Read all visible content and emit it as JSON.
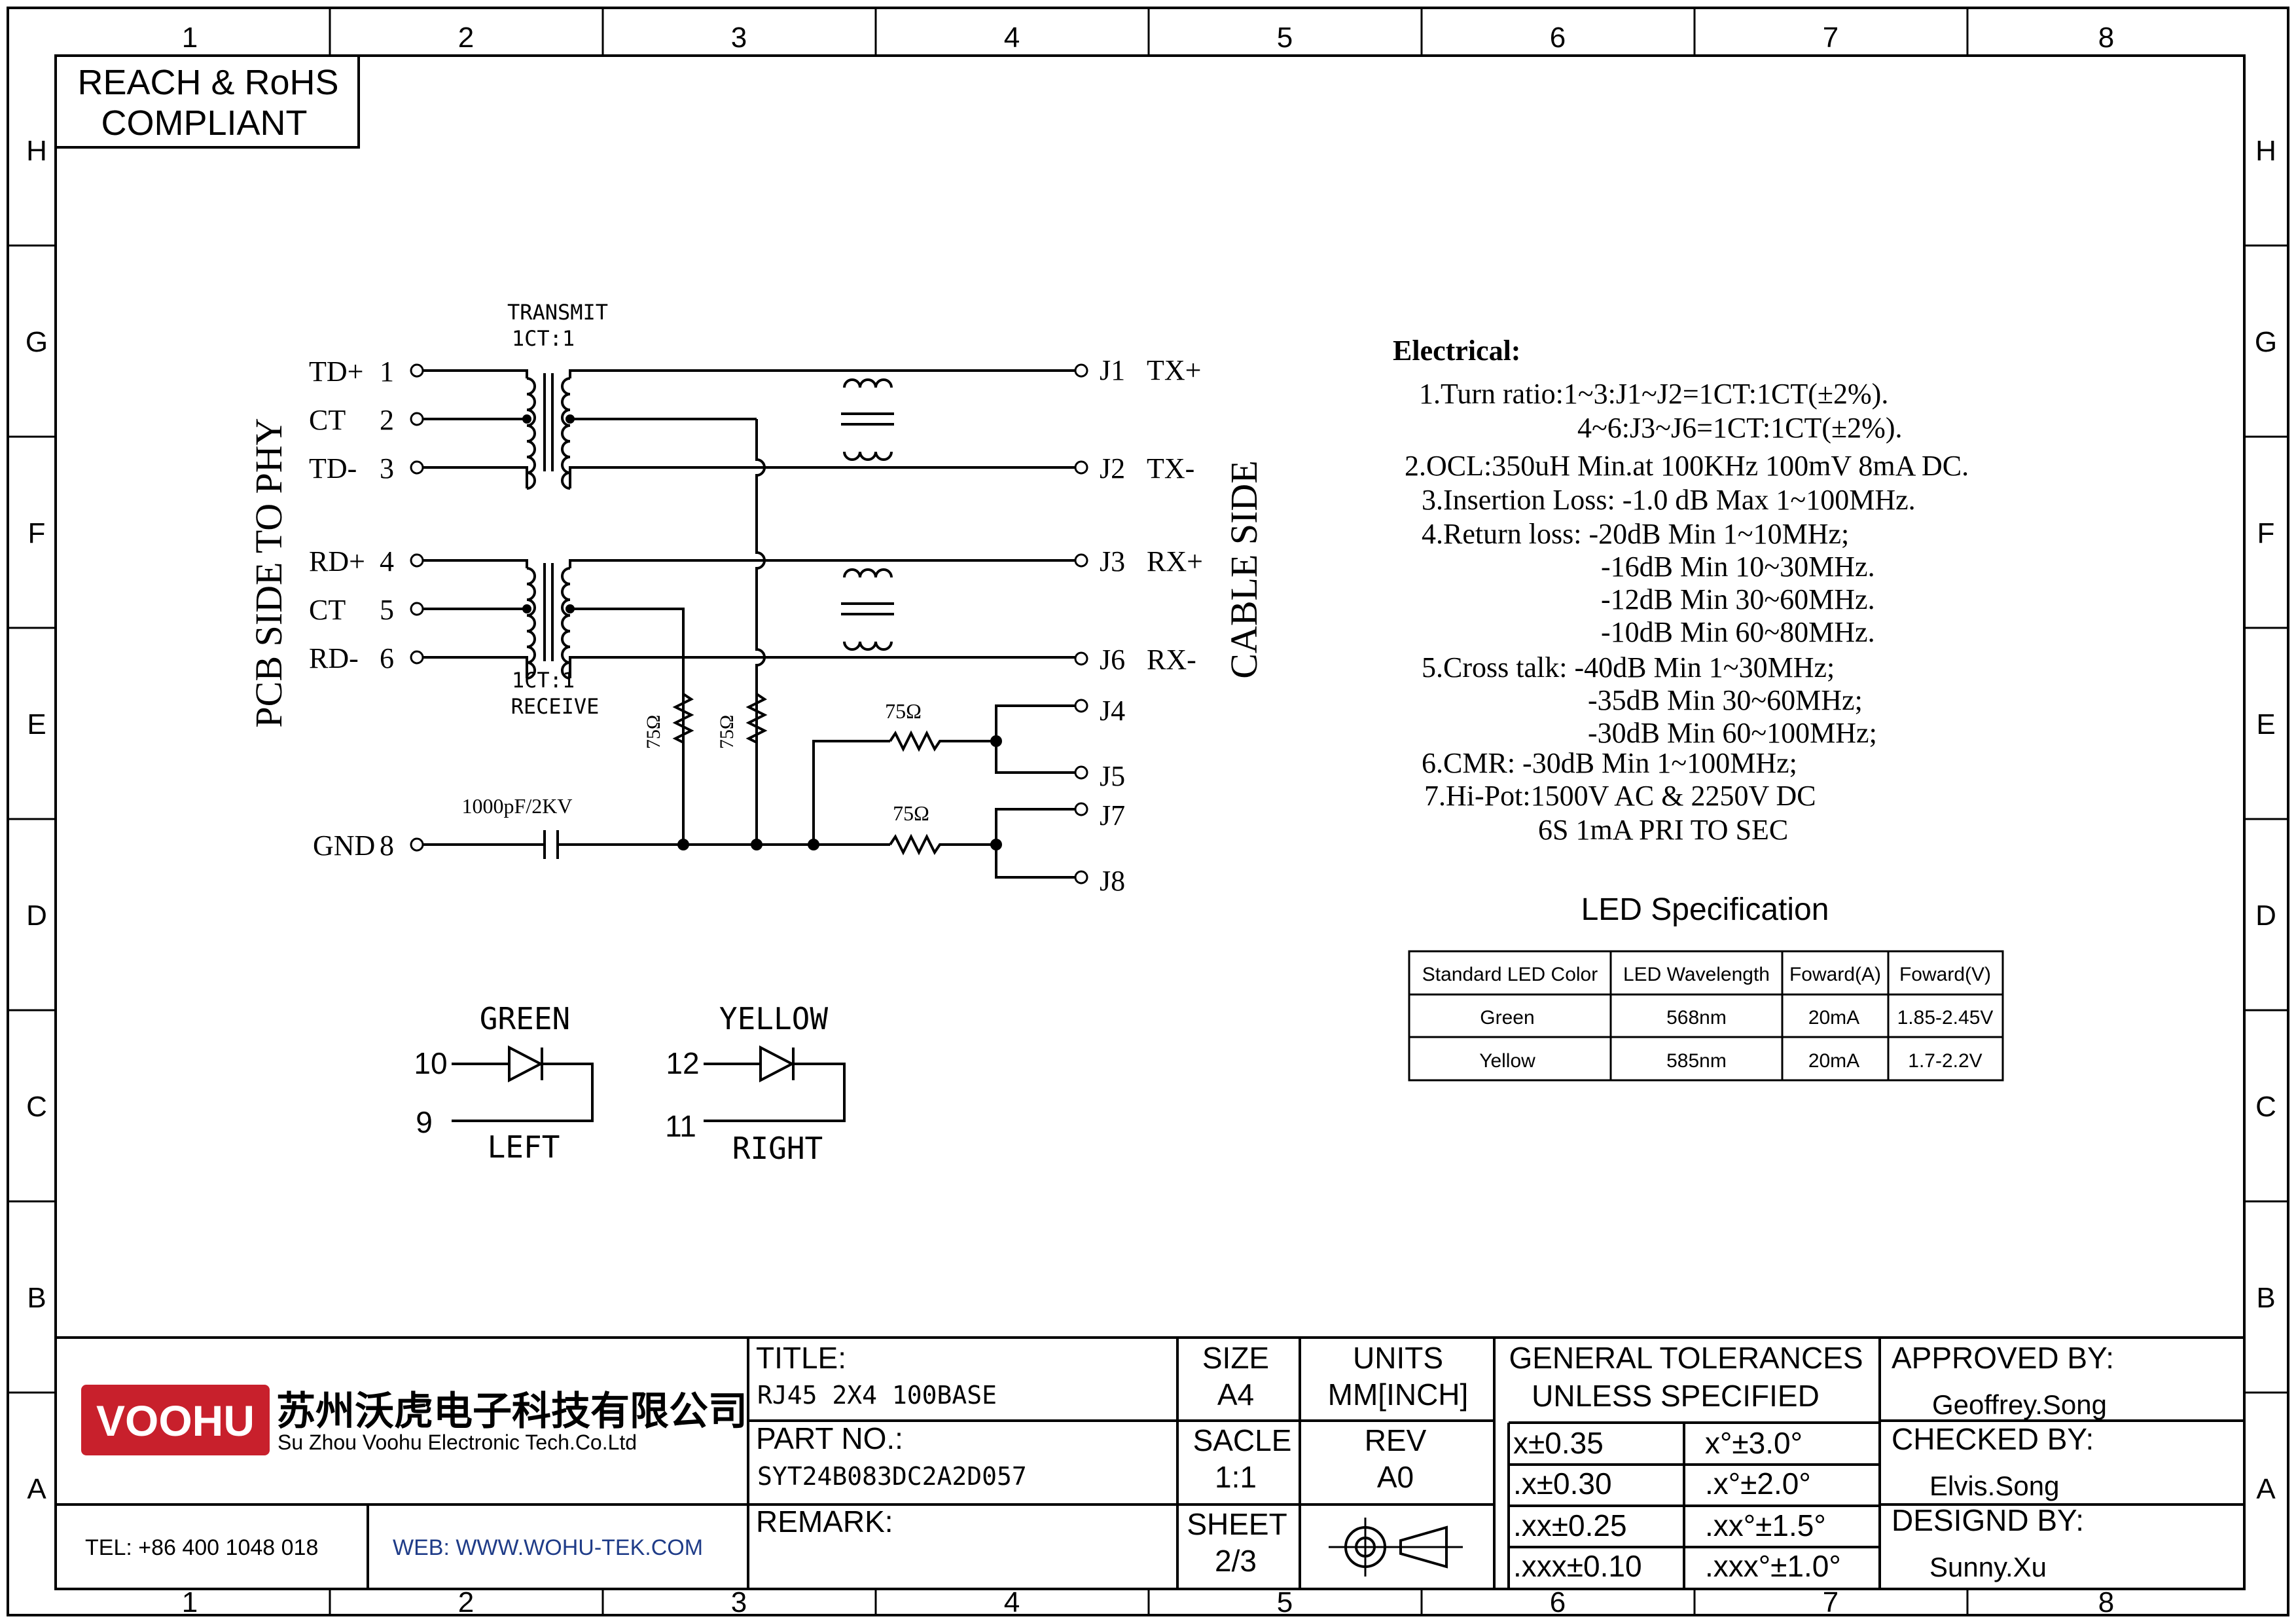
{
  "border": {
    "columns": [
      "1",
      "2",
      "3",
      "4",
      "5",
      "6",
      "7",
      "8"
    ],
    "rows": [
      "H",
      "G",
      "F",
      "E",
      "D",
      "C",
      "B",
      "A"
    ]
  },
  "compliance": {
    "line1": "REACH & RoHS",
    "line2": "COMPLIANT"
  },
  "schematic": {
    "pcb_side_label": "PCB SIDE TO PHY",
    "cable_side_label": "CABLE SIDE",
    "transmit_label": "TRANSMIT",
    "transmit_ratio": "1CT:1",
    "receive_ratio": "1CT:1",
    "receive_label": "RECEIVE",
    "left_pins": [
      {
        "name": "TD+",
        "num": "1"
      },
      {
        "name": "CT",
        "num": "2"
      },
      {
        "name": "TD-",
        "num": "3"
      },
      {
        "name": "RD+",
        "num": "4"
      },
      {
        "name": "CT",
        "num": "5"
      },
      {
        "name": "RD-",
        "num": "6"
      },
      {
        "name": "GND",
        "num": "8"
      }
    ],
    "right_pins": [
      {
        "name": "J1",
        "sig": "TX+"
      },
      {
        "name": "J2",
        "sig": "TX-"
      },
      {
        "name": "J3",
        "sig": "RX+"
      },
      {
        "name": "J6",
        "sig": "RX-"
      },
      {
        "name": "J4",
        "sig": ""
      },
      {
        "name": "J5",
        "sig": ""
      },
      {
        "name": "J7",
        "sig": ""
      },
      {
        "name": "J8",
        "sig": ""
      }
    ],
    "resistor_label": "75Ω",
    "capacitor_label": "1000pF/2KV"
  },
  "leds": {
    "green_title": "GREEN",
    "green_pin_a": "10",
    "green_pin_b": "9",
    "left_label": "LEFT",
    "yellow_title": "YELLOW",
    "yellow_pin_a": "12",
    "yellow_pin_b": "11",
    "right_label": "RIGHT"
  },
  "electrical": {
    "title": "Electrical:",
    "lines": [
      "1.Turn ratio:1~3:J1~J2=1CT:1CT(±2%).",
      "4~6:J3~J6=1CT:1CT(±2%).",
      "2.OCL:350uH Min.at 100KHz 100mV 8mA DC.",
      "3.Insertion Loss: -1.0 dB Max 1~100MHz.",
      "4.Return loss: -20dB Min 1~10MHz;",
      "-16dB Min 10~30MHz.",
      "-12dB Min 30~60MHz.",
      "-10dB Min 60~80MHz.",
      "5.Cross talk: -40dB Min 1~30MHz;",
      "-35dB Min 30~60MHz;",
      "-30dB Min 60~100MHz;",
      "6.CMR: -30dB Min 1~100MHz;",
      "7.Hi-Pot:1500V AC & 2250V DC",
      "6S 1mA PRI TO SEC"
    ]
  },
  "led_spec": {
    "title": "LED Specification",
    "headers": [
      "Standard LED Color",
      "LED Wavelength",
      "Foward(A)",
      "Foward(V)"
    ],
    "rows": [
      [
        "Green",
        "568nm",
        "20mA",
        "1.85-2.45V"
      ],
      [
        "Yellow",
        "585nm",
        "20mA",
        "1.7-2.2V"
      ]
    ]
  },
  "title_block": {
    "logo_text": "VOOHU",
    "company_cn": "苏州沃虎电子科技有限公司",
    "company_en": "Su Zhou Voohu Electronic Tech.Co.Ltd",
    "tel": "TEL: +86 400 1048 018",
    "web": "WEB: WWW.WOHU-TEK.COM",
    "title_label": "TITLE:",
    "title_value": "RJ45 2X4 100BASE",
    "part_label": "PART NO.:",
    "part_value": "SYT24B083DC2A2D057",
    "remark_label": "REMARK:",
    "size_label": "SIZE",
    "size_value": "A4",
    "units_label": "UNITS",
    "units_value": "MM[INCH]",
    "scale_label": "SACLE",
    "scale_value": "1:1",
    "rev_label": "REV",
    "rev_value": "A0",
    "sheet_label": "SHEET",
    "sheet_value": "2/3",
    "tol_title1": "GENERAL TOLERANCES",
    "tol_title2": "UNLESS SPECIFIED",
    "tolerances": [
      [
        "x±0.35",
        "x°±3.0°"
      ],
      [
        ".x±0.30",
        ".x°±2.0°"
      ],
      [
        ".xx±0.25",
        ".xx°±1.5°"
      ],
      [
        ".xxx±0.10",
        ".xxx°±1.0°"
      ]
    ],
    "approved_label": "APPROVED BY:",
    "approved_value": "Geoffrey.Song",
    "checked_label": "CHECKED BY:",
    "checked_value": "Elvis.Song",
    "designed_label": "DESIGND BY:",
    "designed_value": "Sunny.Xu"
  },
  "colors": {
    "logo_red": "#c8202c",
    "web_blue": "#1f3c88"
  }
}
